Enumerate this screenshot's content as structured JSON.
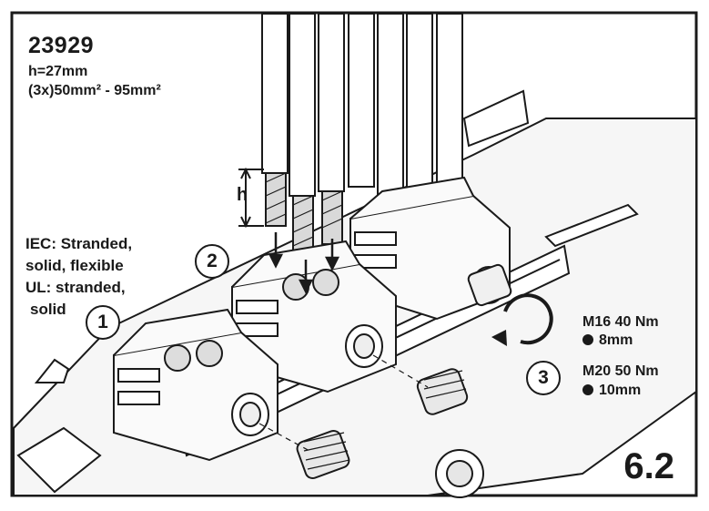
{
  "header": {
    "part_number": "23929",
    "height_spec": "h=27mm",
    "cross_section": "(3x)50mm² - 95mm²"
  },
  "conductor_note": {
    "iec_line1": "IEC: Stranded,",
    "iec_line2": "solid, flexible",
    "ul_line1": "UL: stranded,",
    "ul_line2": "solid"
  },
  "dimension_label": "h",
  "steps": [
    "1",
    "2",
    "3"
  ],
  "torque_specs": [
    {
      "thread": "M16 40 Nm",
      "hex": "8mm"
    },
    {
      "thread": "M20 50 Nm",
      "hex": "10mm"
    }
  ],
  "page_number": "6.2",
  "colors": {
    "ink": "#1a1a1a",
    "background": "#ffffff",
    "metal": "#f4f4f4"
  }
}
